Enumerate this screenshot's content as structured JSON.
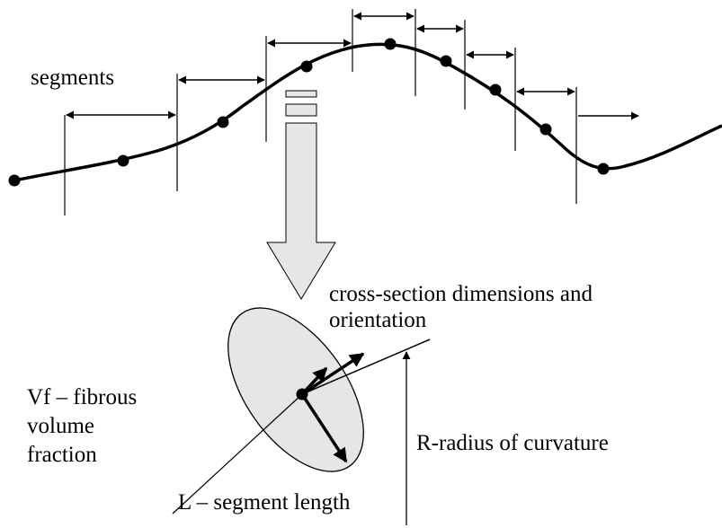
{
  "labels": {
    "segments": "segments",
    "cross_section_line1": "cross-section dimensions and",
    "cross_section_line2": "orientation",
    "vf_line1": "Vf – fibrous",
    "vf_line2": "volume",
    "vf_line3": "fraction",
    "radius": "R-radius of curvature",
    "length": "L – segment length"
  },
  "colors": {
    "ink": "#000000",
    "ellipse_fill": "#e6e6e6",
    "arrow_fill": "#e6e6e6"
  }
}
